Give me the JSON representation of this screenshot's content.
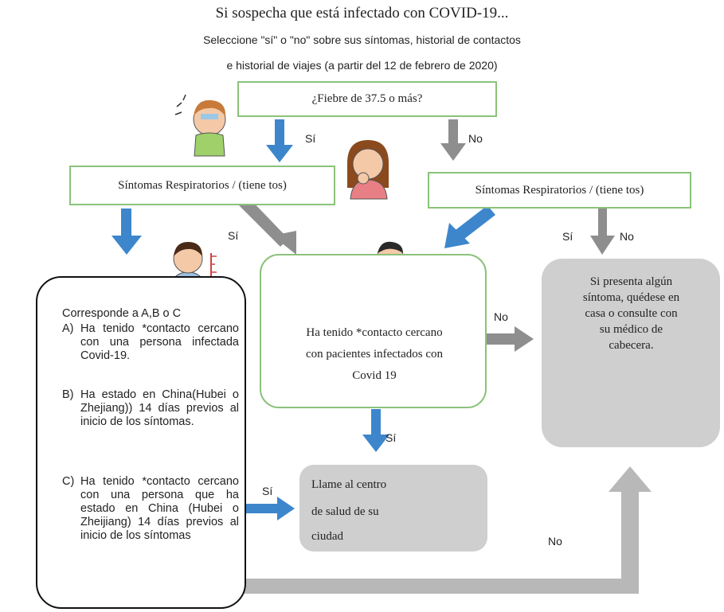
{
  "header": {
    "title": "Si sospecha que está infectado con COVID-19...",
    "subtitle_line1": "Seleccione \"sí\" o \"no\" sobre sus síntomas, historial de contactos",
    "subtitle_line2": "e historial de viajes (a partir del 12 de febrero de 2020)"
  },
  "nodes": {
    "fever_question": "¿Fiebre de 37.5 o más?",
    "respiratory_left": "Síntomas Respiratorios / (tiene tos)",
    "respiratory_right": "Síntomas Respiratorios / (tiene tos)",
    "criteria": {
      "heading": "Corresponde a A,B o C",
      "items": [
        {
          "key": "A)",
          "text": "Ha tenido *contacto cercano con una persona infectada Covid-19."
        },
        {
          "key": "B)",
          "text": "Ha estado en China(Hubei o Zhejiang)) 14 días previos al inicio de los síntomas."
        },
        {
          "key": "C)",
          "text": "Ha tenido *contacto cercano con una persona que ha estado en China (Hubei o Zheijiang) 14 días previos al inicio de los síntomas"
        }
      ]
    },
    "close_contact": {
      "line1": "Ha tenido *contacto cercano",
      "line2": "con pacientes infectados con",
      "line3": "Covid   19"
    },
    "stay_home": {
      "line1": "Si presenta algún",
      "line2": "síntoma, quédese en",
      "line3": "casa o consulte con",
      "line4": "su médico de",
      "line5": "cabecera."
    },
    "call_center": {
      "line1": "Llame al centro",
      "line2": "de salud de su",
      "line3": "ciudad"
    }
  },
  "edge_labels": {
    "fever_yes": "Sí",
    "fever_no": "No",
    "resp_left_yes": "Sí",
    "resp_right_yes": "Sí",
    "resp_right_no": "No",
    "contact_no": "No",
    "contact_yes": "Sí",
    "criteria_yes": "Sí",
    "criteria_no": "No"
  },
  "colors": {
    "green_border": "#8bc27a",
    "blue_arrow": "#3d86cc",
    "gray_arrow": "#8e8e8e",
    "gray_box": "#cfcfcf"
  },
  "icons": [
    "sick-man-icon",
    "coughing-woman-icon",
    "doctor-icon",
    "sick-children-icon",
    "hospital-icon",
    "building-icon"
  ]
}
